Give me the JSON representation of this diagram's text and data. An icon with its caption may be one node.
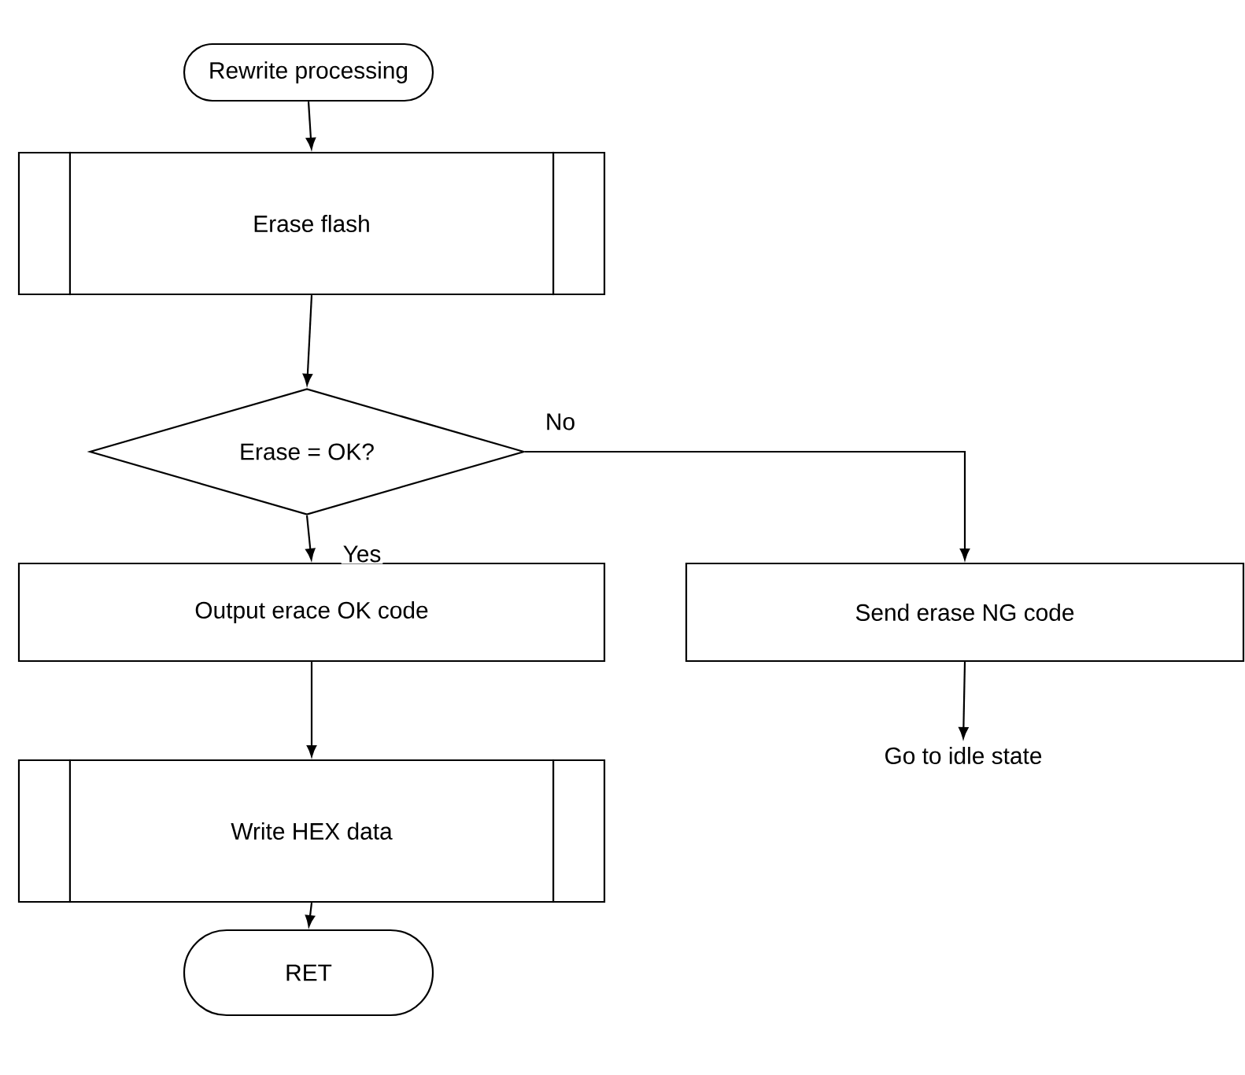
{
  "diagram": {
    "nodes": [
      {
        "text": [
          "Rewrite processing"
        ]
      },
      {
        "text": [
          "Erase flash"
        ]
      },
      {
        "text": [
          "Erase = OK?"
        ]
      },
      {
        "text": [
          "Output erace OK code"
        ]
      },
      {
        "text": [
          "Send erase NG code"
        ]
      },
      {
        "text": [
          "Write HEX data"
        ]
      },
      {
        "text": [
          "Go to idle state"
        ]
      },
      {
        "text": [
          "RET"
        ]
      }
    ],
    "edges": [
      {
        "from": 0,
        "to": 1,
        "arrow": "to"
      },
      {
        "from": 1,
        "to": 2,
        "arrow": "to"
      },
      {
        "from": 2,
        "to": 3,
        "arrow": "to",
        "label": "Yes"
      },
      {
        "from": 2,
        "to": 4,
        "arrow": "to",
        "label": "No"
      },
      {
        "from": 3,
        "to": 5,
        "arrow": "to"
      },
      {
        "from": 4,
        "to": 6,
        "arrow": "to"
      },
      {
        "from": 5,
        "to": 7,
        "arrow": "to"
      }
    ]
  }
}
